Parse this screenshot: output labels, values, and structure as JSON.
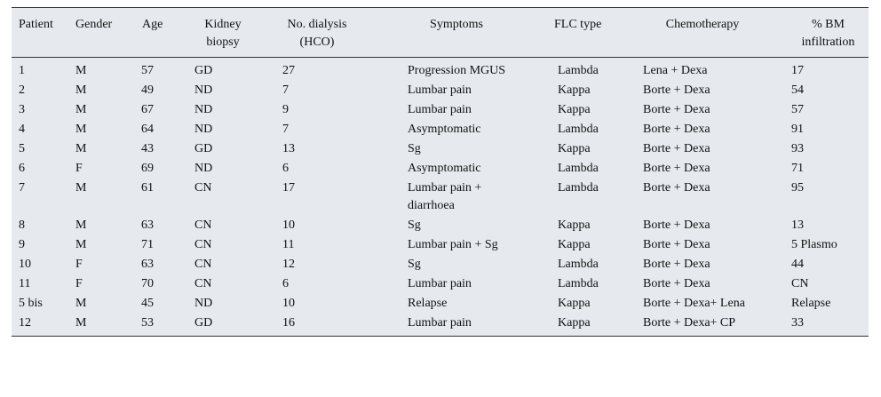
{
  "headers": [
    "Patient",
    "Gender",
    "Age",
    "Kidney biopsy",
    "No. dialysis (HCO)",
    "Symptoms",
    "FLC type",
    "Chemotherapy",
    "% BM infiltration"
  ],
  "rows": [
    {
      "patient": "1",
      "gender": "M",
      "age": "57",
      "biopsy": "GD",
      "dialysis": "27",
      "symptoms": "Progression MGUS",
      "flc": "Lambda",
      "chemo": "Lena + Dexa",
      "bm": "17"
    },
    {
      "patient": "2",
      "gender": "M",
      "age": "49",
      "biopsy": "ND",
      "dialysis": "7",
      "symptoms": "Lumbar pain",
      "flc": "Kappa",
      "chemo": "Borte + Dexa",
      "bm": "54"
    },
    {
      "patient": "3",
      "gender": "M",
      "age": "67",
      "biopsy": "ND",
      "dialysis": "9",
      "symptoms": "Lumbar pain",
      "flc": "Kappa",
      "chemo": "Borte + Dexa",
      "bm": "57"
    },
    {
      "patient": "4",
      "gender": "M",
      "age": "64",
      "biopsy": "ND",
      "dialysis": "7",
      "symptoms": "Asymptomatic",
      "flc": "Lambda",
      "chemo": "Borte + Dexa",
      "bm": "91"
    },
    {
      "patient": "5",
      "gender": "M",
      "age": "43",
      "biopsy": "GD",
      "dialysis": "13",
      "symptoms": "Sg",
      "flc": "Kappa",
      "chemo": "Borte + Dexa",
      "bm": "93"
    },
    {
      "patient": "6",
      "gender": "F",
      "age": "69",
      "biopsy": "ND",
      "dialysis": "6",
      "symptoms": "Asymptomatic",
      "flc": "Lambda",
      "chemo": "Borte + Dexa",
      "bm": "71"
    },
    {
      "patient": "7",
      "gender": "M",
      "age": "61",
      "biopsy": "CN",
      "dialysis": "17",
      "symptoms": "Lumbar pain + diarrhoea",
      "flc": "Lambda",
      "chemo": "Borte + Dexa",
      "bm": "95"
    },
    {
      "patient": "8",
      "gender": "M",
      "age": "63",
      "biopsy": "CN",
      "dialysis": "10",
      "symptoms": "Sg",
      "flc": "Kappa",
      "chemo": "Borte + Dexa",
      "bm": "13"
    },
    {
      "patient": "9",
      "gender": "M",
      "age": "71",
      "biopsy": "CN",
      "dialysis": "11",
      "symptoms": "Lumbar pain + Sg",
      "flc": "Kappa",
      "chemo": "Borte + Dexa",
      "bm": "5 Plasmo"
    },
    {
      "patient": "10",
      "gender": "F",
      "age": "63",
      "biopsy": "CN",
      "dialysis": "12",
      "symptoms": "Sg",
      "flc": "Lambda",
      "chemo": "Borte + Dexa",
      "bm": "44"
    },
    {
      "patient": "11",
      "gender": "F",
      "age": "70",
      "biopsy": "CN",
      "dialysis": "6",
      "symptoms": "Lumbar pain",
      "flc": "Lambda",
      "chemo": "Borte + Dexa",
      "bm": "CN"
    },
    {
      "patient": "5 bis",
      "gender": "M",
      "age": "45",
      "biopsy": "ND",
      "dialysis": "10",
      "symptoms": "Relapse",
      "flc": "Kappa",
      "chemo": "Borte + Dexa+ Lena",
      "bm": "Relapse"
    },
    {
      "patient": "12",
      "gender": "M",
      "age": "53",
      "biopsy": "GD",
      "dialysis": "16",
      "symptoms": "Lumbar pain",
      "flc": "Kappa",
      "chemo": "Borte + Dexa+ CP",
      "bm": "33"
    }
  ]
}
